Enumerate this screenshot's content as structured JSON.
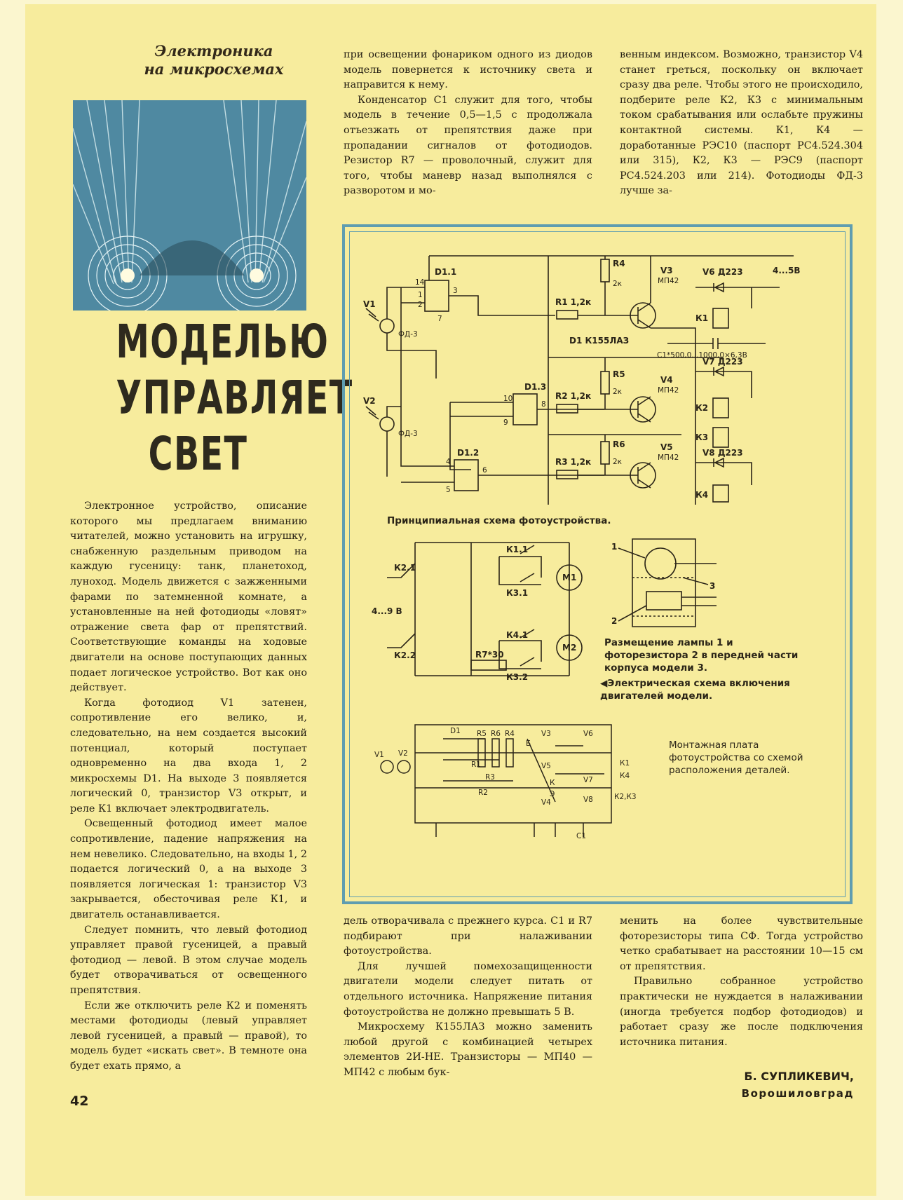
{
  "kicker": {
    "line1": "Электроника",
    "line2": "на микросхемах"
  },
  "headline": {
    "line1": "МОДЕЛЬЮ",
    "line2": "УПРАВЛЯЕТ",
    "line3": "СВЕТ"
  },
  "col1": [
    "Электронное устройство, описание которого мы предлагаем вниманию читателей, можно установить на игрушку, снабженную раздельным приводом на каждую гусеницу: танк, планетоход, луноход. Модель движется с зажженными фарами по затемненной комнате, а установленные на ней фотодиоды «ловят» отражение света фар от препятствий. Соответствующие команды на ходовые двигатели на основе поступающих данных подает логическое устройство. Вот как оно действует.",
    "Когда фотодиод V1 затенен, сопротивление его велико, и, следовательно, на нем создается высокий потенциал, который поступает одновременно на два входа 1, 2 микросхемы D1. На выходе 3 появляется логический 0, транзистор V3 открыт, и реле К1 включает электродвигатель.",
    "Освещенный фотодиод имеет малое сопротивление, падение напряжения на нем невелико. Следовательно, на входы 1, 2 подается логический 0, а на выходе 3 появляется логическая 1: транзистор V3 закрывается, обесточивая реле К1, и двигатель останавливается.",
    "Следует помнить, что левый фотодиод управляет правой гусеницей, а правый фотодиод — левой. В этом случае модель будет отворачиваться от освещенного препятствия.",
    "Если же отключить реле К2 и поменять местами фотодиоды (левый управляет левой гусеницей, а правый — правой), то модель будет «искать свет». В темноте она будет ехать прямо, а"
  ],
  "col2_top": [
    "при освещении фонариком одного из диодов модель повернется к источнику света и направится к нему.",
    "Конденсатор С1 служит для того, чтобы модель в течение 0,5—1,5 с продолжала отъезжать от препятствия даже при пропадании сигналов от фотодиодов. Резистор R7 — проволочный, служит для того, чтобы маневр назад выполнялся с разворотом и мо-"
  ],
  "col3_top": [
    "венным индексом. Возможно, транзистор V4 станет греться, поскольку он включает сразу два реле. Чтобы этого не происходило, подберите реле К2, К3 с минимальным током срабатывания или ослабьте пружины контактной системы. К1, К4 — доработанные РЭС10 (паспорт РС4.524.304 или 315), К2, К3 — РЭС9 (паспорт РС4.524.203 или 214). Фотодиоды ФД-3 лучше за-"
  ],
  "col2_bot": [
    "дель отворачивала с прежнего курса. С1 и R7 подбирают при налаживании фотоустройства.",
    "Для лучшей помехозащищенности двигатели модели следует питать от отдельного источника. Напряжение питания фотоустройства не должно превышать 5 В.",
    "Микросхему К155ЛАЗ можно заменить любой другой с комбинацией четырех элементов 2И-НЕ. Транзисторы — МП40 — МП42 с любым бук-"
  ],
  "col3_bot": [
    "менить на более чувствительные фоторезисторы типа СФ. Тогда устройство четко срабатывает на расстоянии 10—15 см от препятствия.",
    "Правильно собранное устройство практически не нуждается в налаживании (иногда требуется подбор фотодиодов) и работает сразу же после подключения источника питания."
  ],
  "captions": {
    "schematic": "Принципиальная схема фотоустройства.",
    "lamp": "Размещение лампы 1 и фоторезистора 2 в передней части корпуса модели 3.",
    "motors": "◀Электрическая схема включения двигателей модели.",
    "board": "Монтажная плата фотоустройства со схемой расположения деталей."
  },
  "schematic_labels": {
    "d11": "D1.1",
    "d12": "D1.2",
    "d13": "D1.3",
    "d1": "D1 К155ЛАЗ",
    "r1": "R1 1,2к",
    "r2": "R2 1,2к",
    "r3": "R3 1,2к",
    "r4": "R4",
    "r4v": "2к",
    "r5": "R5",
    "r5v": "2к",
    "r6": "R6",
    "r6v": "2к",
    "v1": "V1",
    "v2": "V2",
    "fd3a": "ФД-3",
    "fd3b": "ФД-3",
    "v3": "V3",
    "v3t": "МП42",
    "v4": "V4",
    "v4t": "МП42",
    "v5": "V5",
    "v5t": "МП42",
    "v6": "V6 Д223",
    "v7": "V7 Д223",
    "v8": "V8 Д223",
    "k1": "К1",
    "k2": "К2",
    "k3": "К3",
    "k4": "К4",
    "c1": "С1*500,0...1000,0×6,3В",
    "supply": "4...5В",
    "p14": "14",
    "p1": "1",
    "p2": "2",
    "p3": "3",
    "p7": "7",
    "p4": "4",
    "p5": "5",
    "p6": "6",
    "p8": "8",
    "p9": "9",
    "p10": "10"
  },
  "motor_labels": {
    "k21": "К2.1",
    "k22": "К2.2",
    "k11": "К1.1",
    "k31": "К3.1",
    "k41": "К4.1",
    "k32": "К3.2",
    "m1": "М1",
    "m2": "М2",
    "r7": "R7*30",
    "v49": "4...9 В"
  },
  "lamp_labels": {
    "n1": "1",
    "n2": "2",
    "n3": "3"
  },
  "board_labels": {
    "d1": "D1",
    "v1": "V1",
    "v2": "V2",
    "r5": "R5",
    "r6": "R6",
    "r4": "R4",
    "r3": "R3",
    "r2": "R2",
    "r1": "R1",
    "v3": "V3",
    "v4": "V4",
    "v5": "V5",
    "v6": "V6",
    "v7": "V7",
    "v8": "V8",
    "k1": "К1",
    "k4": "К4",
    "k23": "К2,К3",
    "c1": "С1",
    "b": "Б",
    "k": "К",
    "e": "Э"
  },
  "author": {
    "name": "Б. СУПЛИКЕВИЧ,",
    "city": "Ворошиловград"
  },
  "page_number": "42",
  "colors": {
    "paper": "#f7ec9d",
    "frame": "#5f9db0",
    "ink": "#262014",
    "photo": "#4f89a1"
  }
}
